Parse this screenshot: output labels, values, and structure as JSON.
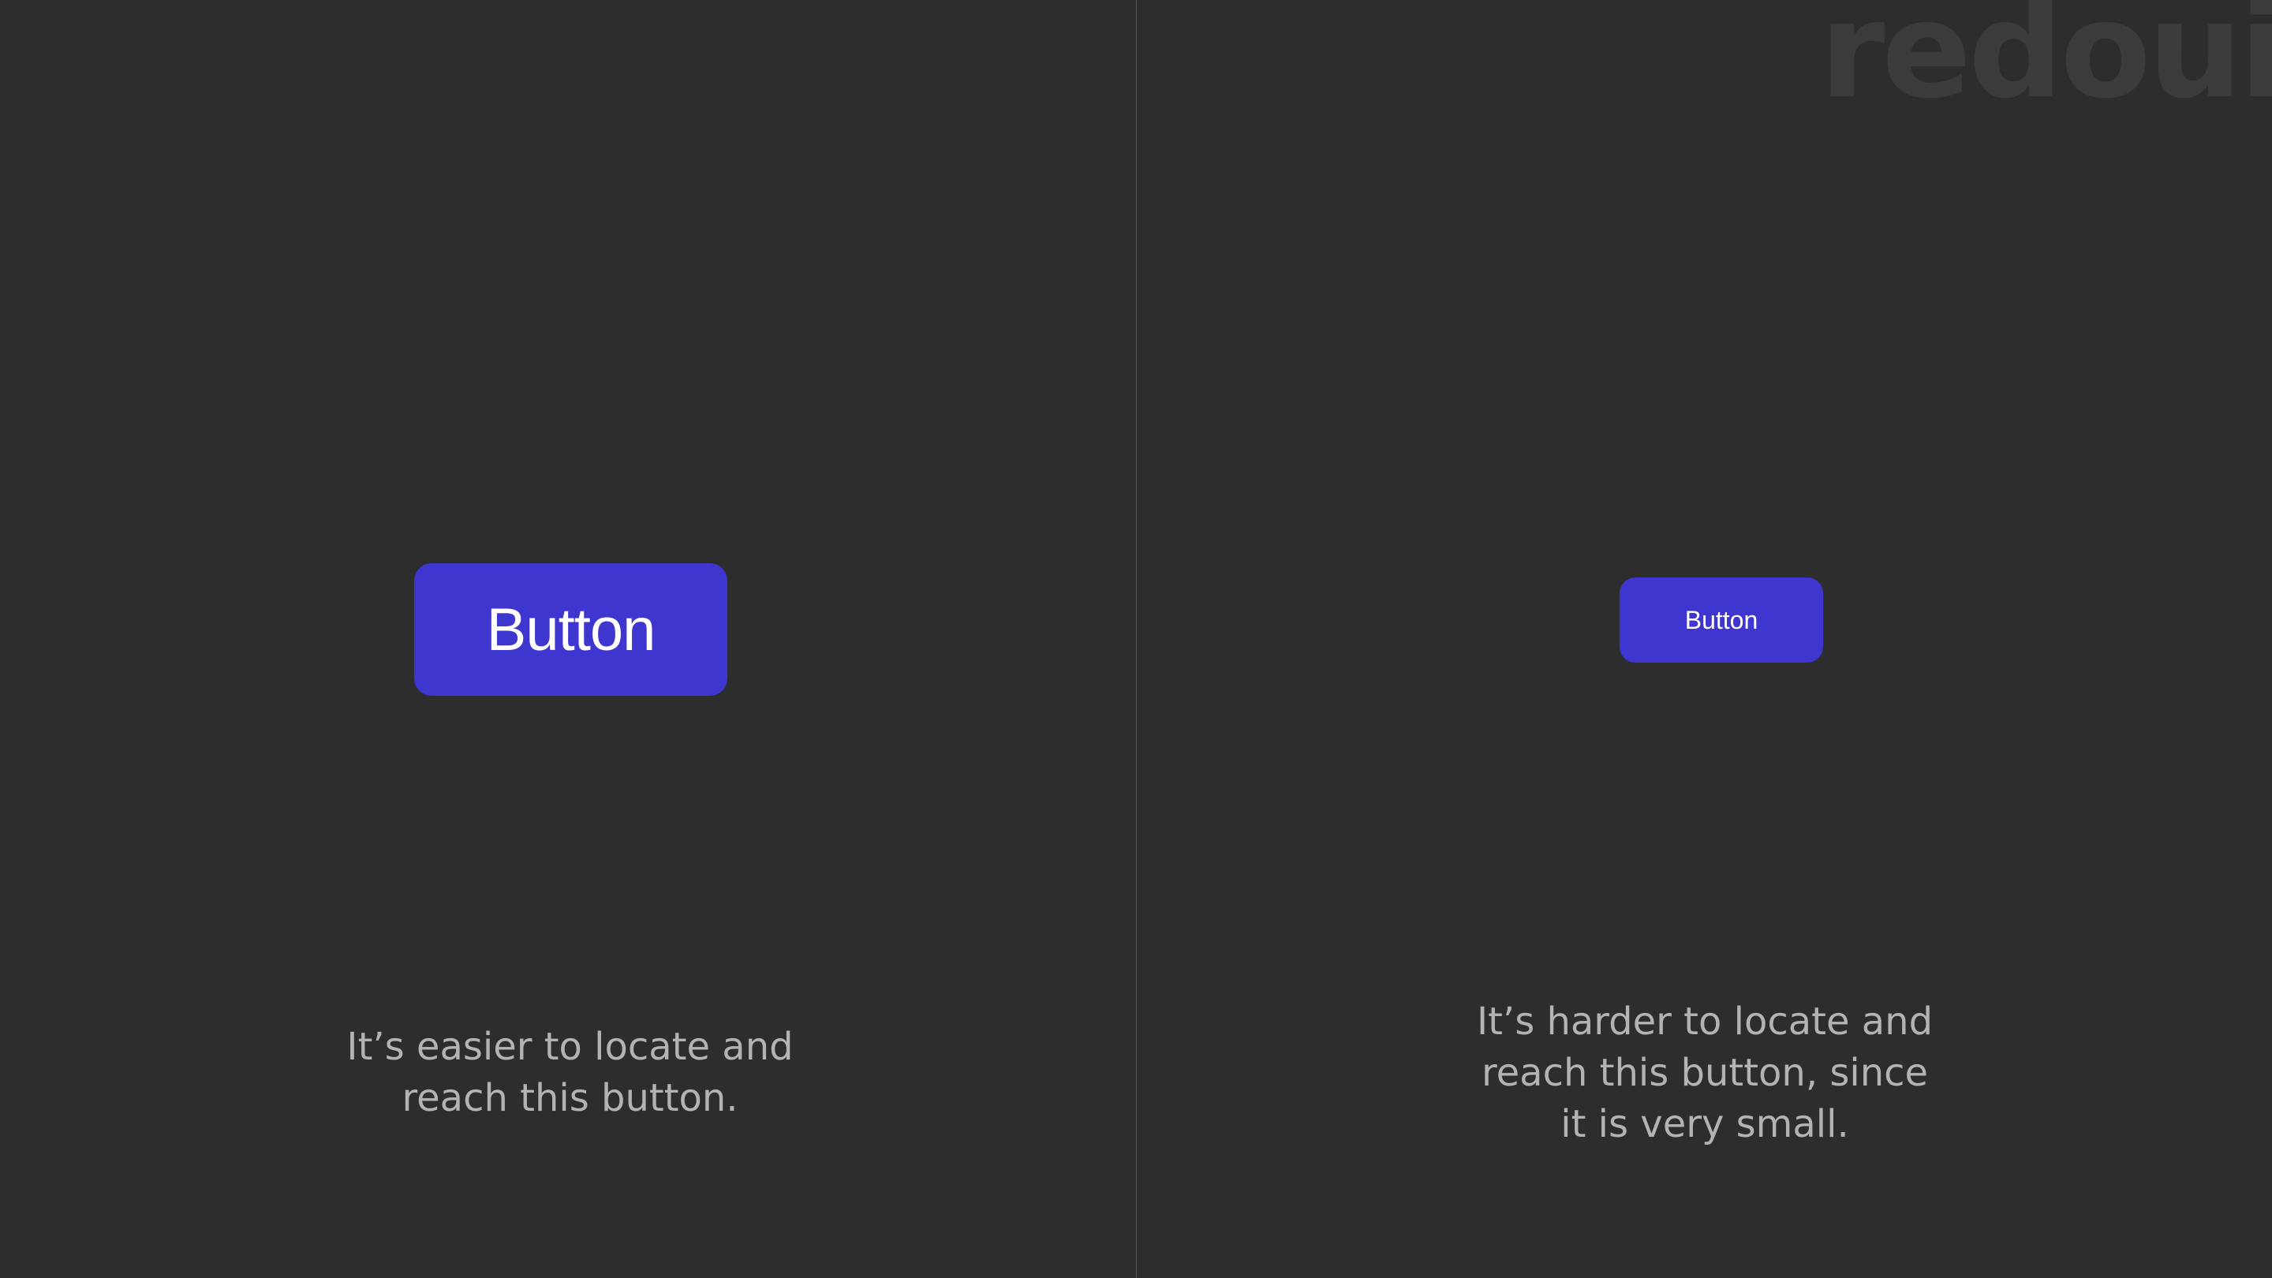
{
  "colors": {
    "background": "#2d2d2e",
    "button_background": "#3f35cf",
    "button_text": "#ffffff",
    "caption_text": "#b3b3b5",
    "divider": "#5a5a5c",
    "watermark": "#3b3b3d"
  },
  "watermark": {
    "text": "redoui"
  },
  "left_panel": {
    "button_label": "Button",
    "caption_lines": [
      "It’s easier to locate and",
      "reach this button."
    ]
  },
  "right_panel": {
    "button_label": "Button",
    "caption_lines": [
      "It’s harder to locate and",
      "reach this button, since",
      "it is very small."
    ]
  }
}
